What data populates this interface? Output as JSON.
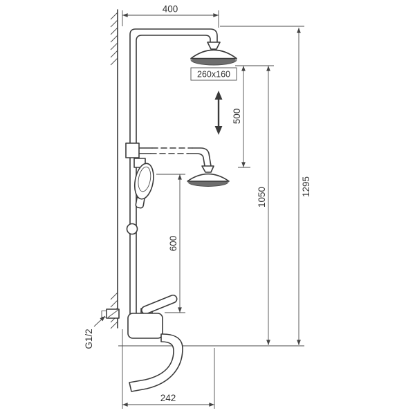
{
  "drawing": {
    "labels": {
      "top_width": "400",
      "head_size": "260x160",
      "adjust_range": "500",
      "head_height": "1050",
      "total_height": "1295",
      "hand_shower_height": "600",
      "spout_reach": "242",
      "inlet_thread": "G1/2"
    },
    "colors": {
      "line": "#3a3a3a",
      "dimension": "#4a4a4a",
      "text": "#333333",
      "shower_face": "#6e6e6e",
      "background": "#ffffff"
    }
  }
}
